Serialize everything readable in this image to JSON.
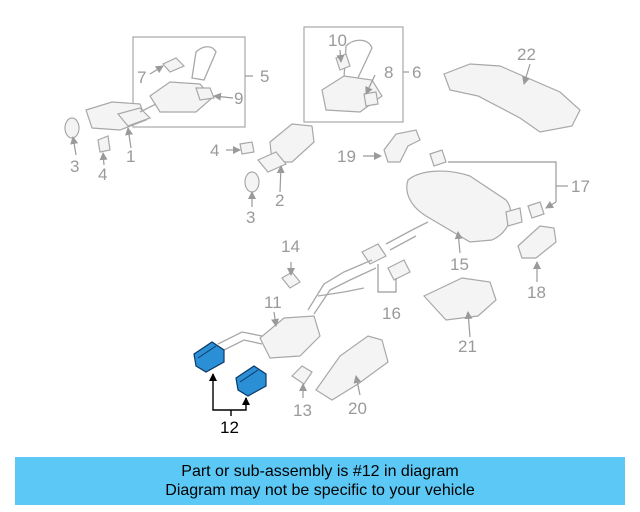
{
  "callouts": {
    "c1": "1",
    "c2": "2",
    "c3a": "3",
    "c3b": "3",
    "c4a": "4",
    "c4b": "4",
    "c5": "5",
    "c6": "6",
    "c7": "7",
    "c8": "8",
    "c9": "9",
    "c10": "10",
    "c11": "11",
    "c12": "12",
    "c13": "13",
    "c14": "14",
    "c15": "15",
    "c16": "16",
    "c17": "17",
    "c18": "18",
    "c19": "19",
    "c20": "20",
    "c21": "21",
    "c22": "22"
  },
  "highlight_part": "12",
  "colors": {
    "banner": "#5bc8f5",
    "highlight_part": "#2b8fd6",
    "line_art": "#a8a8a8",
    "callout_text": "#9a9a9a",
    "highlight_text": "#000000"
  },
  "banner": {
    "line1": "Part or sub-assembly is #12 in diagram",
    "line2": "Diagram may not be specific to your vehicle"
  }
}
